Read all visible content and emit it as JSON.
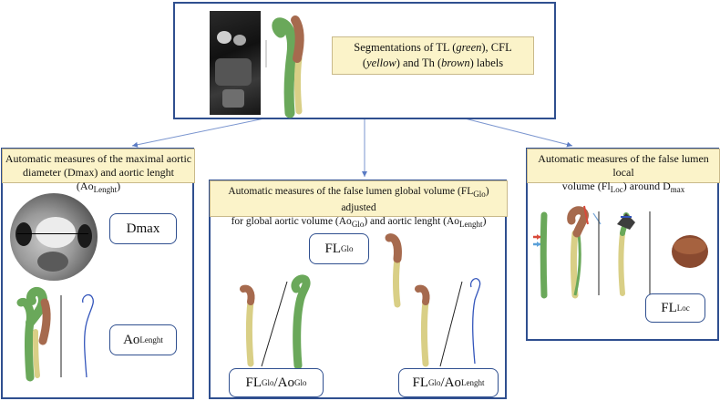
{
  "top": {
    "caption": {
      "l1": "Segmentations of TL (",
      "green": "green",
      "l2": "), CFL",
      "l3": "(",
      "yellow": "yellow",
      "l4": ") and Th (",
      "brown": "brown",
      "l5": ") labels"
    }
  },
  "left": {
    "caption": {
      "l1": "Automatic measures of the maximal aortic",
      "l2": "diameter (Dmax) and aortic lenght (Ao",
      "sub": "Lenght",
      "l3": ")"
    },
    "dmax": "Dmax",
    "ao_main": "Ao",
    "ao_sub": "Lenght"
  },
  "middle": {
    "caption": {
      "l1": "Automatic measures of the false lumen global volume (FL",
      "s1": "Glo",
      "l2": ") adjusted",
      "l3": "for global aortic volume (Ao",
      "s2": "Glo",
      "l4": ") and aortic lenght (Ao",
      "s3": "Lenght",
      "l5": ")"
    },
    "fl_main": "FL",
    "fl_sub": "Glo",
    "ratio1": {
      "a": "FL",
      "as": "Glo",
      "sep": "/Ao",
      "bs": "Glo"
    },
    "ratio2": {
      "a": "FL",
      "as": "Glo",
      "sep": "/Ao",
      "bs": "Lenght"
    }
  },
  "right": {
    "caption": {
      "l1": "Automatic measures of the false lumen local",
      "l2": "volume (Fl",
      "s1": "Loc",
      "l3": ") around D",
      "s2": "max"
    },
    "fl_main": "FL",
    "fl_sub": "Loc"
  },
  "colors": {
    "border": "#2f4f8f",
    "caption_bg": "#fbf3c9",
    "true_lumen": "#6aa85a",
    "false_lumen": "#d9cf86",
    "thrombus": "#a66a4e",
    "outline": "#3355bb"
  }
}
